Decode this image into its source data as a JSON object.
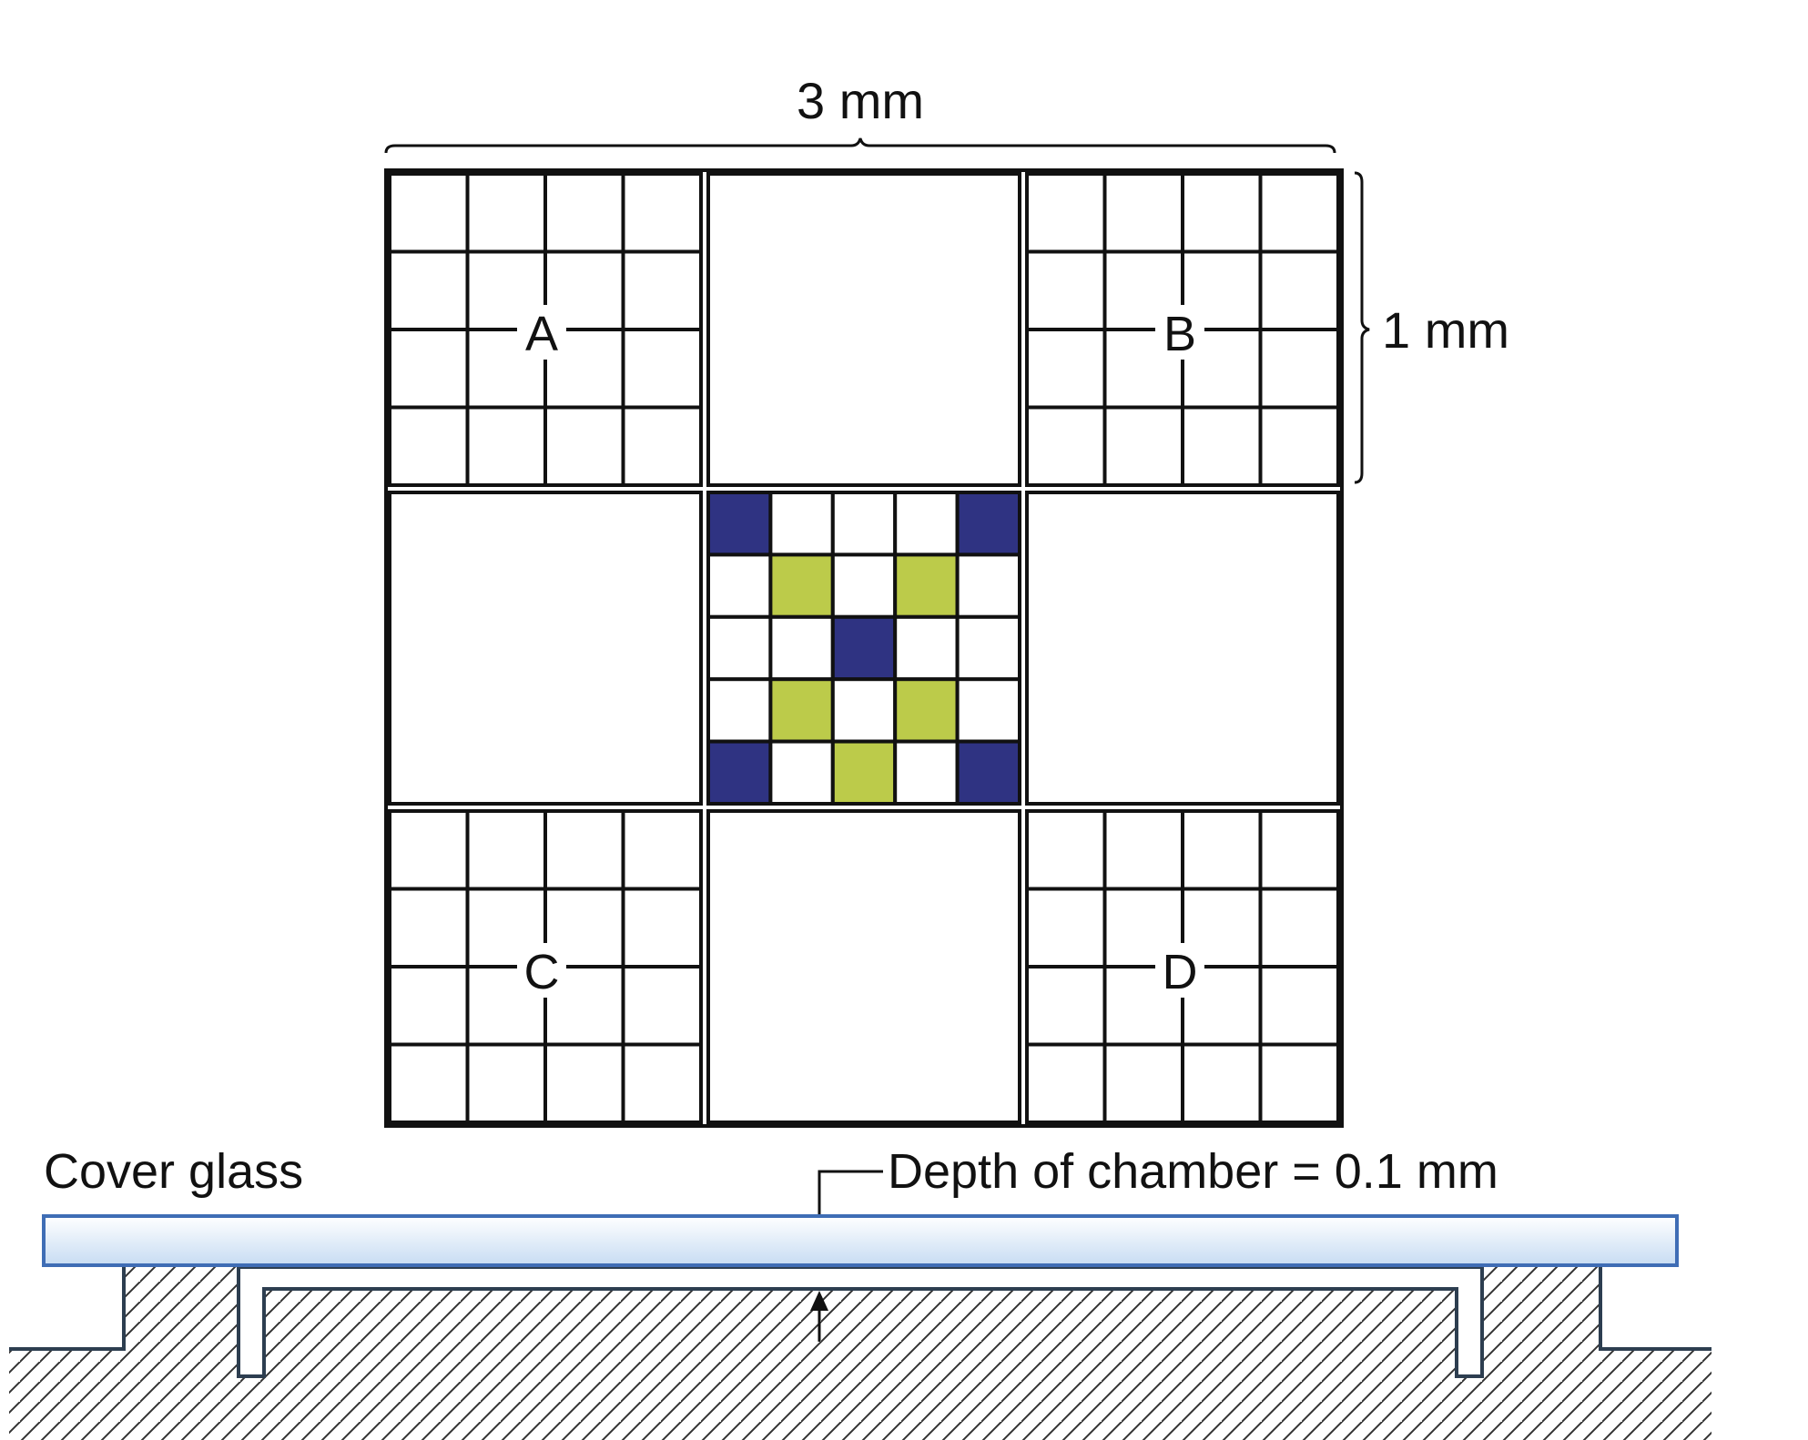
{
  "labels": {
    "width_dim": "3 mm",
    "height_dim": "1 mm",
    "square_a": "A",
    "square_b": "B",
    "square_c": "C",
    "square_d": "D",
    "cover_glass": "Cover glass",
    "depth": "Depth of chamber = 0.1 mm"
  },
  "center_grid": {
    "rows": 5,
    "cols": 5,
    "cells": [
      [
        "blue",
        "white",
        "white",
        "white",
        "blue"
      ],
      [
        "white",
        "green",
        "white",
        "green",
        "white"
      ],
      [
        "white",
        "white",
        "blue",
        "white",
        "white"
      ],
      [
        "white",
        "green",
        "white",
        "green",
        "white"
      ],
      [
        "blue",
        "white",
        "green",
        "white",
        "blue"
      ]
    ]
  },
  "colors": {
    "line": "#111111",
    "blue": "#2f3382",
    "green": "#bccb4a",
    "white": "#ffffff",
    "glass_top": "#ffffff",
    "glass_bottom": "#c7dcf3",
    "glass_border": "#3f6db5",
    "chamber_line": "#2d3e50",
    "hatch": "#333333"
  }
}
